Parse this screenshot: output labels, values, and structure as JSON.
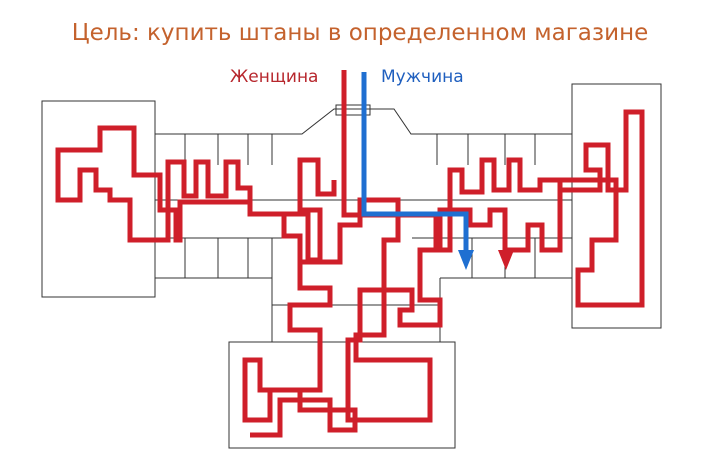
{
  "title": "Цель: купить штаны в определенном магазине",
  "labels": {
    "woman": "Женщина",
    "man": "Мужчина"
  },
  "colors": {
    "title": "#c4622d",
    "woman": "#cf1f2a",
    "man": "#1f6fd1",
    "walls": "#333333"
  }
}
